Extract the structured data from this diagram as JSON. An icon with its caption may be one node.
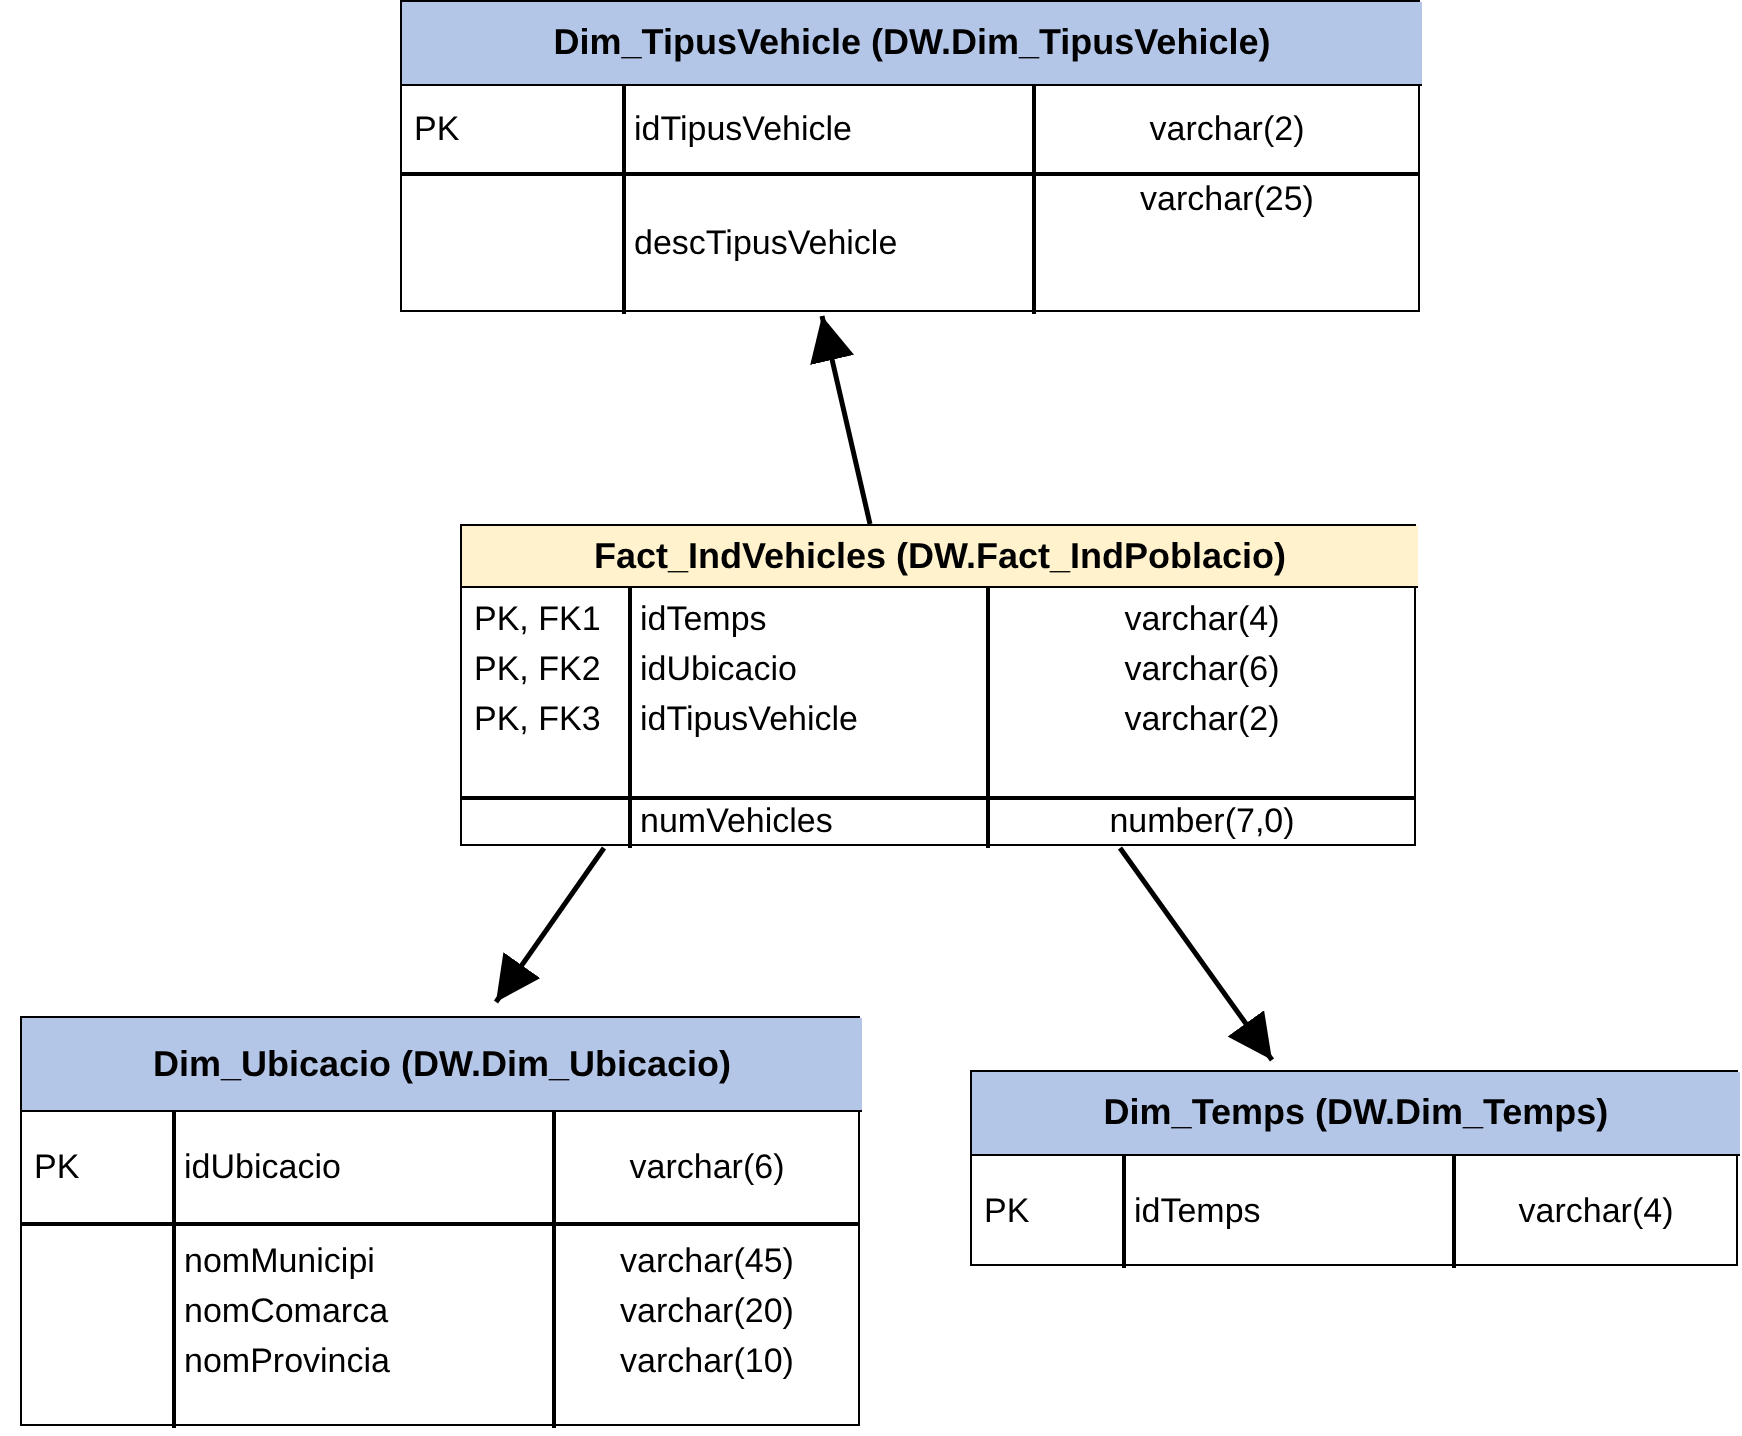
{
  "diagram": {
    "nodes": [
      {
        "text": [
          "Dim_TipusVehicle (DW.Dim_TipusVehicle)",
          "PK",
          "idTipusVehicle",
          "varchar(2)",
          "descTipusVehicle",
          "varchar(25)"
        ]
      },
      {
        "text": [
          "Fact_IndVehicles (DW.Fact_IndPoblacio)",
          "PK, FK1",
          "idTemps",
          "varchar(4)",
          "PK, FK2",
          "idUbicacio",
          "varchar(6)",
          "PK, FK3",
          "idTipusVehicle",
          "varchar(2)",
          "numVehicles",
          "number(7,0)"
        ]
      },
      {
        "text": [
          "Dim_Ubicacio (DW.Dim_Ubicacio)",
          "PK",
          "idUbicacio",
          "varchar(6)",
          "nomMunicipi",
          "varchar(45)",
          "nomComarca",
          "varchar(20)",
          "nomProvincia",
          "varchar(10)"
        ]
      },
      {
        "text": [
          "Dim_Temps (DW.Dim_Temps)",
          "PK",
          "idTemps",
          "varchar(4)"
        ]
      }
    ],
    "edges": [
      {
        "from": 1,
        "to": 0,
        "arrow": "to"
      },
      {
        "from": 1,
        "to": 2,
        "arrow": "to"
      },
      {
        "from": 1,
        "to": 3,
        "arrow": "to"
      }
    ]
  }
}
